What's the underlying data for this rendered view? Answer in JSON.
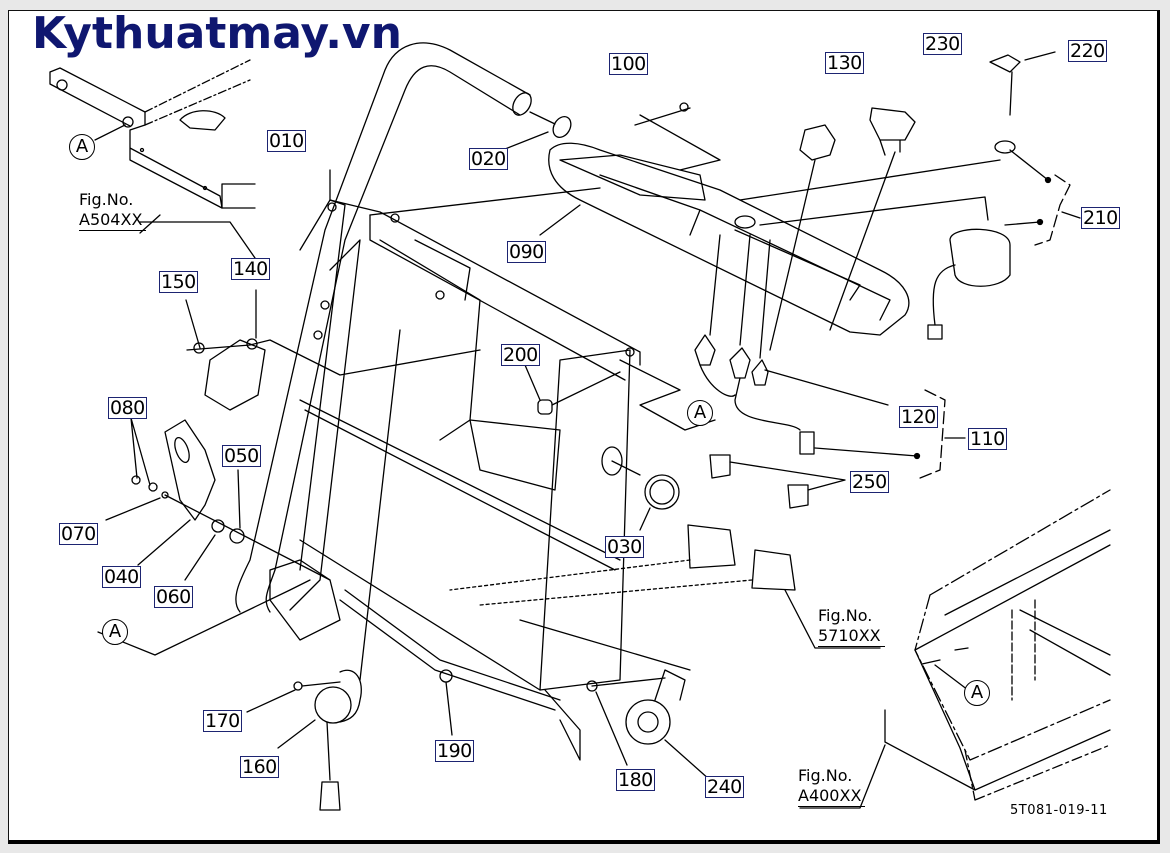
{
  "watermark": "Kythuatmay.vn",
  "drawing_code": "5T081-019-11",
  "ref_marker": "A",
  "figure_refs": [
    {
      "label": "Fig.No.",
      "number": "A504XX"
    },
    {
      "label": "Fig.No.",
      "number": "5710XX"
    },
    {
      "label": "Fig.No.",
      "number": "A400XX"
    }
  ],
  "part_labels": {
    "p010": "010",
    "p020": "020",
    "p030": "030",
    "p040": "040",
    "p050": "050",
    "p060": "060",
    "p070": "070",
    "p080": "080",
    "p090": "090",
    "p100": "100",
    "p110": "110",
    "p120": "120",
    "p130": "130",
    "p140": "140",
    "p150": "150",
    "p160": "160",
    "p170": "170",
    "p180": "180",
    "p190": "190",
    "p200": "200",
    "p210": "210",
    "p220": "220",
    "p230": "230",
    "p240": "240",
    "p250": "250"
  },
  "colors": {
    "watermark": "#0f1770",
    "label_border": "#1d2471",
    "line": "#000000",
    "background": "#ffffff"
  }
}
